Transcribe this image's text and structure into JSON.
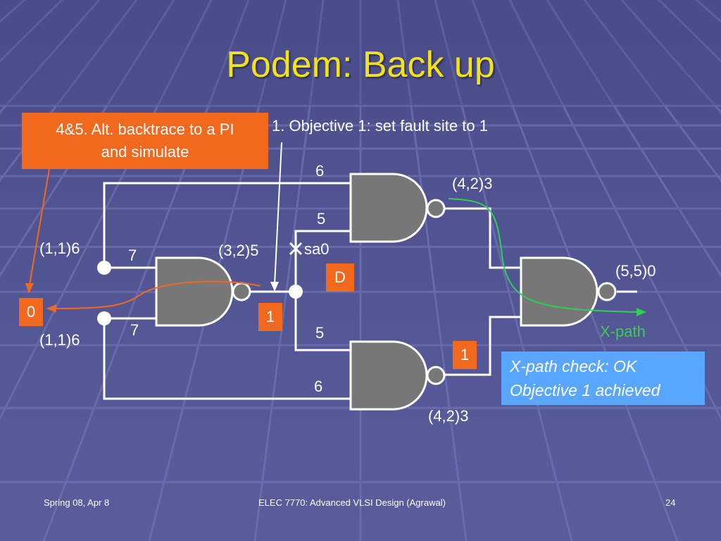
{
  "slide": {
    "title": "Podem: Back up",
    "callout_backtrace_line1": "4&5. Alt. backtrace to a PI",
    "callout_backtrace_line2": "and simulate",
    "objective_text": "1. Objective 1: set fault site to 1",
    "callout_xpath_line1": "X-path check: OK",
    "callout_xpath_line2": "Objective 1 achieved",
    "colors": {
      "title": "#f2e21a",
      "callout_orange": "#f2691e",
      "callout_blue": "#59a6ff",
      "xpath_green": "#3ec95a",
      "gate_fill": "#777777"
    }
  },
  "circuit": {
    "labels": {
      "top_gate_in1": "6",
      "top_gate_in2": "5",
      "top_gate_out": "(4,2)3",
      "pi_top": "(1,1)6",
      "pi_bottom": "(1,1)6",
      "input_gate_in1": "7",
      "input_gate_in2": "7",
      "input_gate_out": "(3,2)5",
      "fault": "sa0",
      "output_gate": "(5,5)0",
      "bottom_gate_in1": "5",
      "bottom_gate_in2": "6",
      "bottom_gate_out": "(4,2)3",
      "xpath_label": "X-path"
    },
    "values": {
      "pi_value": "0",
      "fault_site_value": "1",
      "d_value": "D",
      "bottom_gate_value": "1"
    }
  },
  "footer": {
    "left": "Spring 08, Apr 8",
    "center": "ELEC 7770: Advanced VLSI Design (Agrawal)",
    "page": "24"
  }
}
